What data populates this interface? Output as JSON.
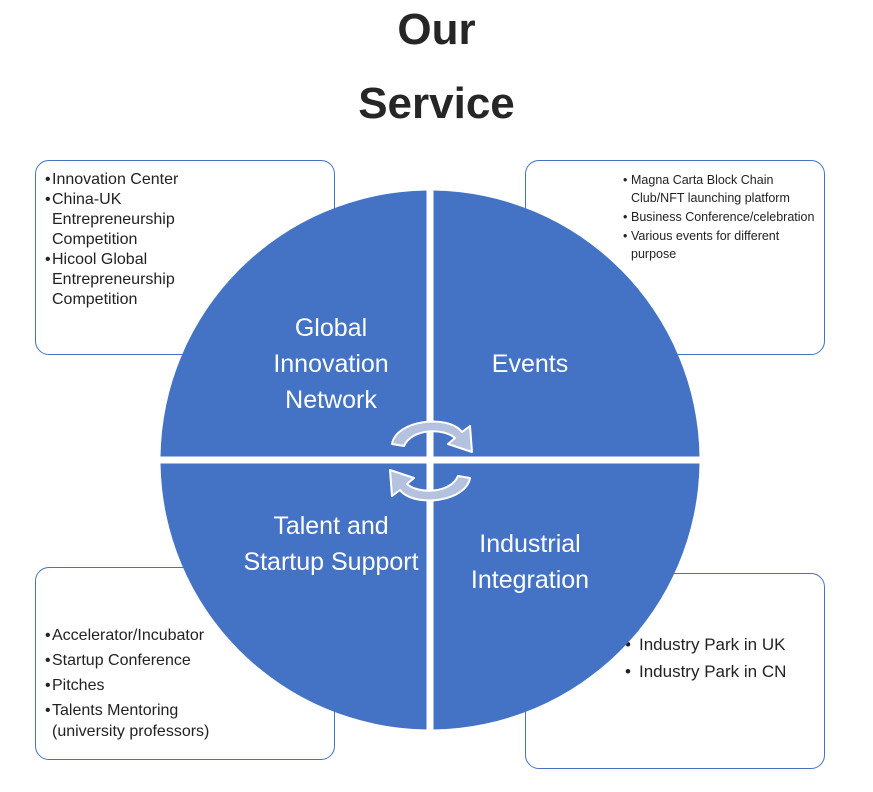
{
  "title": {
    "line1": "Our",
    "line2": "Service"
  },
  "quadrants": {
    "top_left": "Global Innovation Network",
    "top_right": "Events",
    "bottom_left": "Talent and Startup Support",
    "bottom_right": "Industrial Integration"
  },
  "boxes": {
    "top_left": [
      "Innovation Center",
      "China-UK Entrepreneurship Competition",
      "Hicool Global Entrepreneurship Competition"
    ],
    "top_right": [
      "Magna Carta Block Chain Club/NFT launching platform",
      "Business Conference/celebration",
      "Various events for different purpose"
    ],
    "bottom_left": [
      "Accelerator/Incubator",
      "Startup Conference",
      "Pitches",
      "Talents Mentoring (university professors)"
    ],
    "bottom_right": [
      "Industry Park in UK",
      "Industry Park in CN"
    ]
  },
  "colors": {
    "wheel": "#4472c4",
    "border": "#4472c4",
    "arrow": "#a9b9da",
    "title": "#262626"
  },
  "icons": {
    "center": "cycle-arrows-icon"
  }
}
